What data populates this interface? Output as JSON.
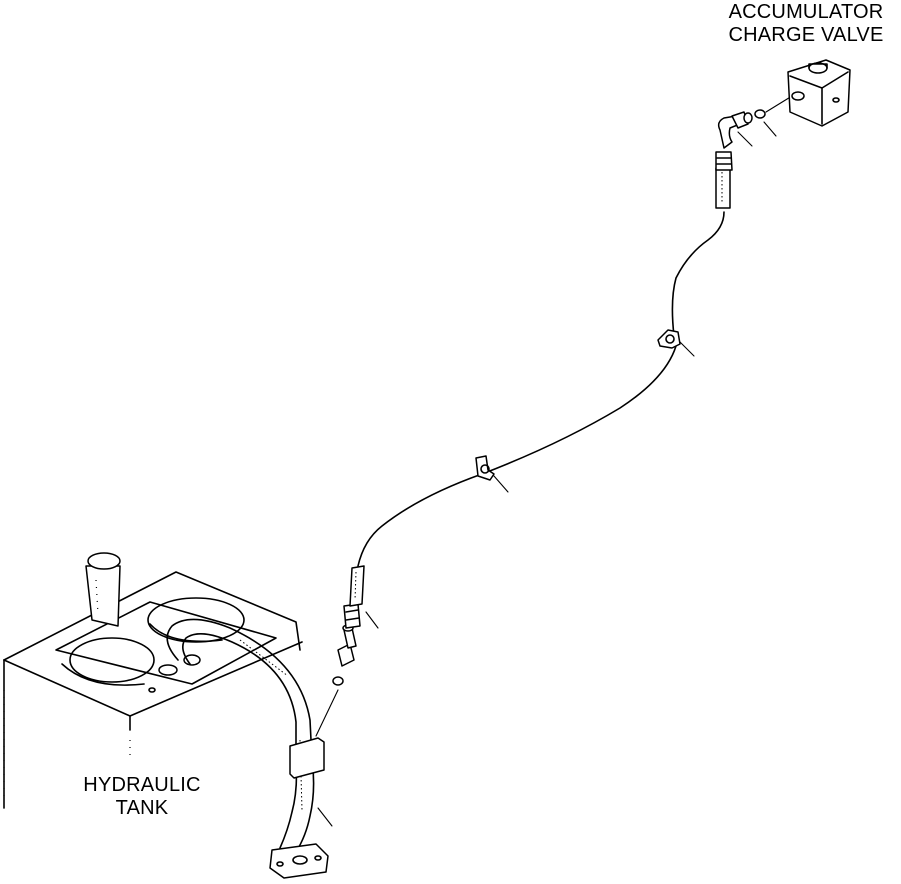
{
  "labels": {
    "accumulator_line1": "ACCUMULATOR",
    "accumulator_line2": "CHARGE VALVE",
    "tank_line1": "HYDRAULIC",
    "tank_line2": "TANK"
  },
  "colors": {
    "ink": "#000000",
    "paper": "#ffffff"
  }
}
